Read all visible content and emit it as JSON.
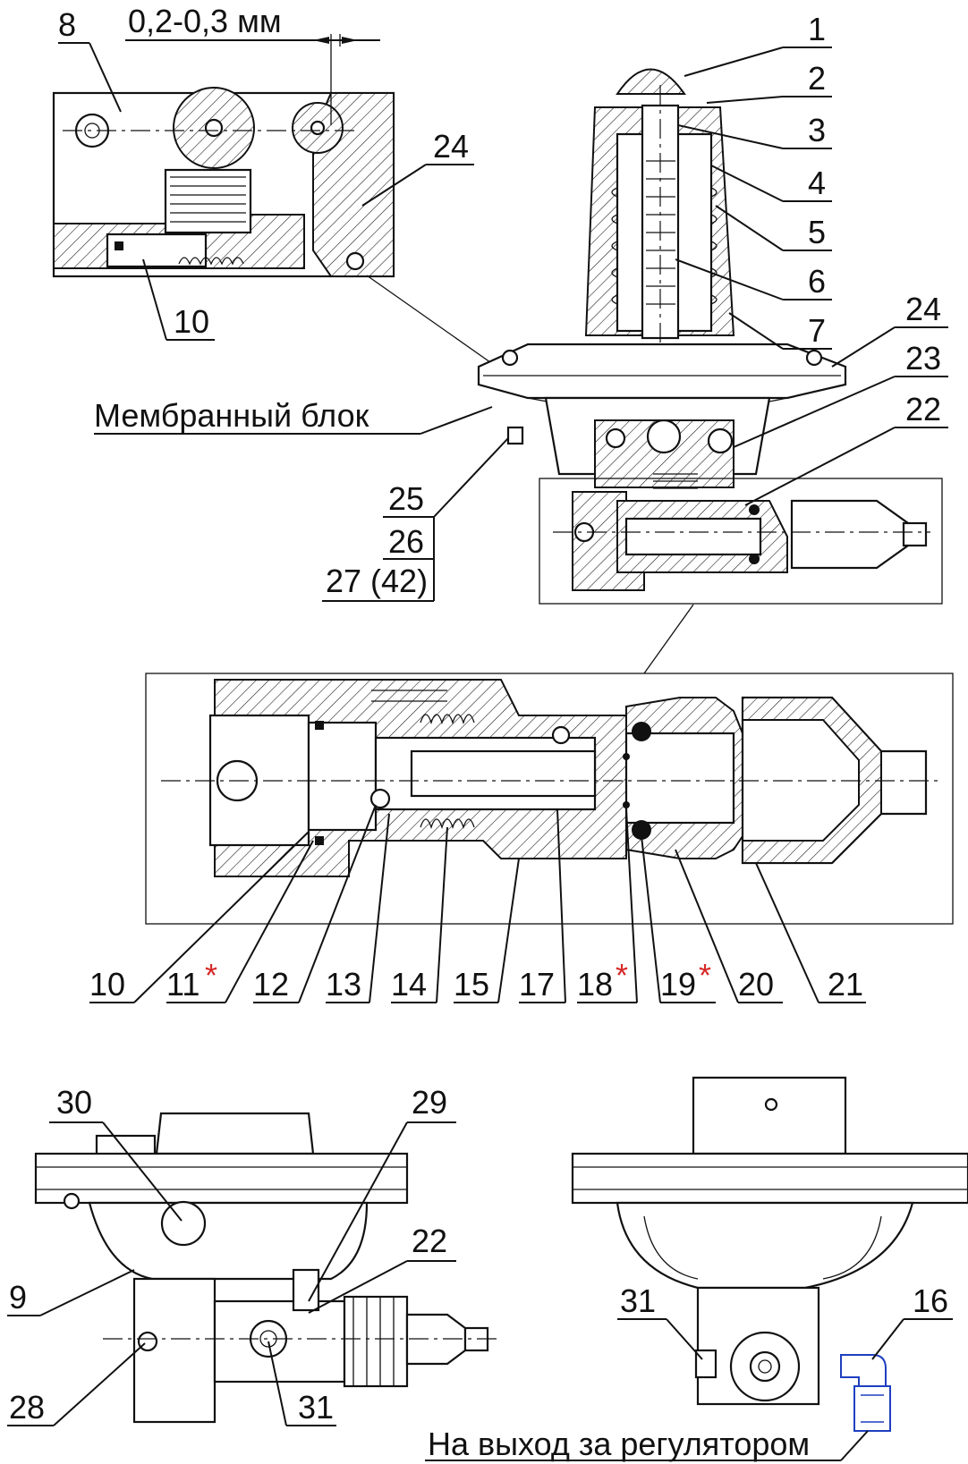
{
  "callouts": {
    "c1": "1",
    "c2": "2",
    "c3": "3",
    "c4": "4",
    "c5": "5",
    "c6": "6",
    "c7": "7",
    "c8": "8",
    "c10a": "10",
    "c24a": "24",
    "c24b": "24",
    "c23": "23",
    "c22a": "22",
    "c25": "25",
    "c26": "26",
    "c27": "27 (42)",
    "b10": "10",
    "b11": "11",
    "b12": "12",
    "b13": "13",
    "b14": "14",
    "b15": "15",
    "b17": "17",
    "b18": "18",
    "b19": "19",
    "b20": "20",
    "b21": "21",
    "c30": "30",
    "c29": "29",
    "c22b": "22",
    "c9": "9",
    "c28": "28",
    "c31a": "31",
    "c31b": "31",
    "c16": "16"
  },
  "texts": {
    "gap": "0,2-0,3 мм",
    "membrane": "Мембранный блок",
    "outlet": "На выход за регулятором",
    "star": "*"
  },
  "colors": {
    "star": "#d62828",
    "fitting": "#1f3fbf"
  }
}
